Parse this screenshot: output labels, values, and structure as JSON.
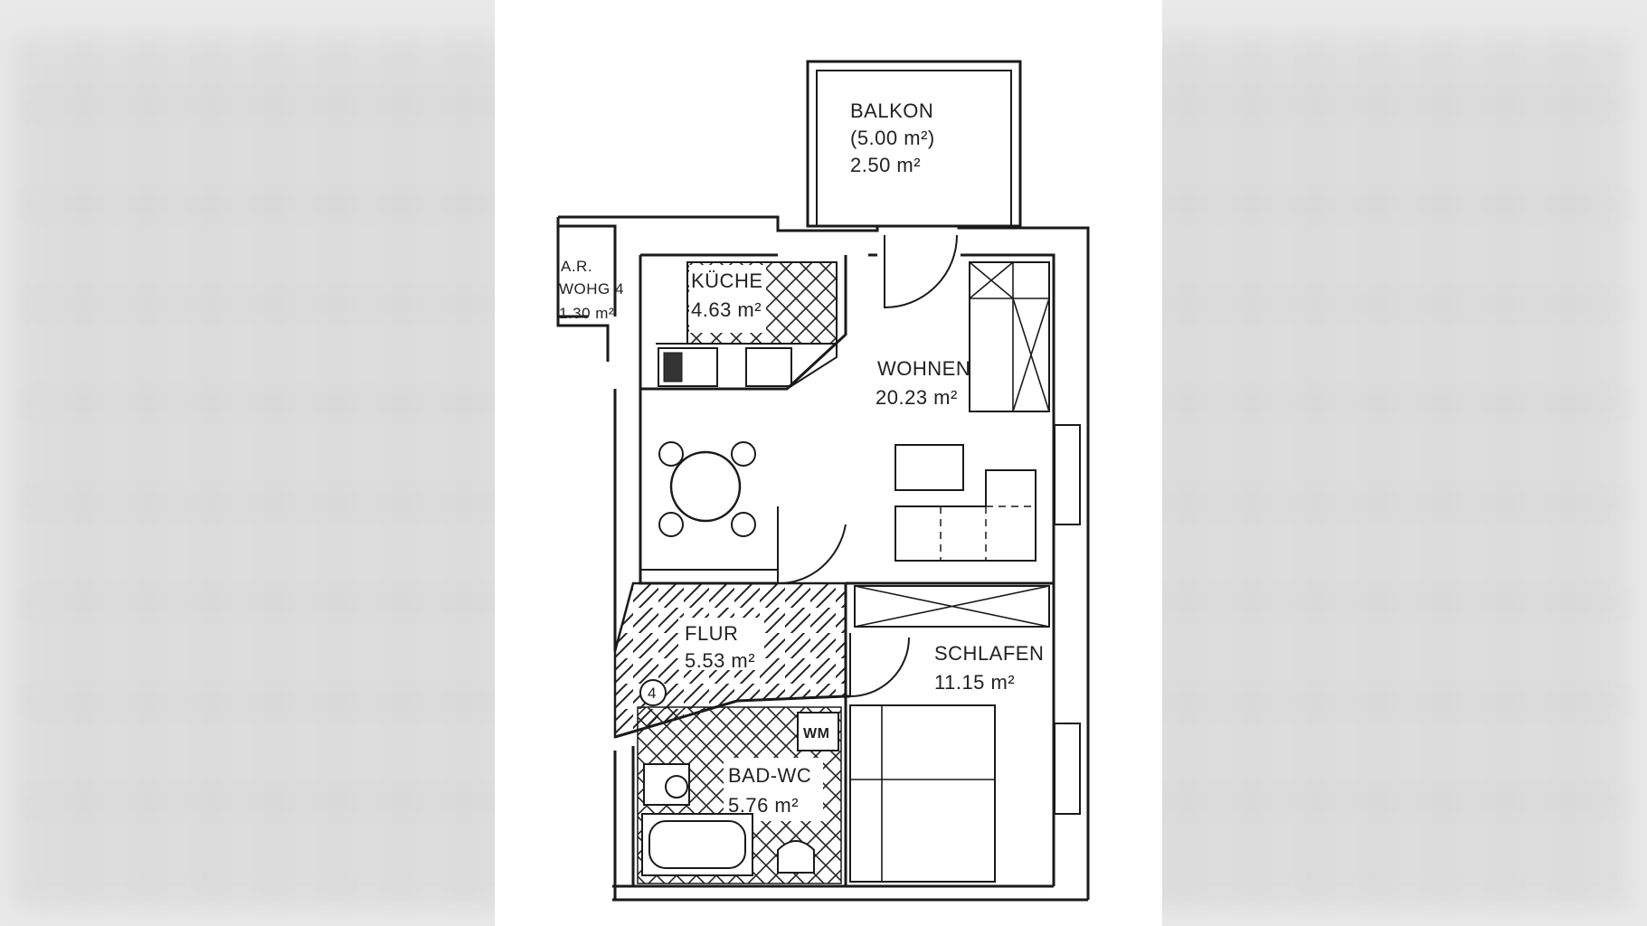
{
  "rooms": {
    "balkon": {
      "name": "BALKON",
      "area_gross": "(5.00 m²)",
      "area": "2.50 m²"
    },
    "ar": {
      "name": "A.R.",
      "sub": "WOHG 4",
      "area": "1.30 m²"
    },
    "kueche": {
      "name": "KÜCHE",
      "area": "4.63 m²"
    },
    "wohnen": {
      "name": "WOHNEN",
      "area": "20.23 m²"
    },
    "flur": {
      "name": "FLUR",
      "area": "5.53 m²"
    },
    "schlafen": {
      "name": "SCHLAFEN",
      "area": "11.15 m²"
    },
    "bad": {
      "name": "BAD-WC",
      "area": "5.76 m²"
    }
  },
  "markers": {
    "apartment_number": "4",
    "washing_machine": "WM"
  }
}
